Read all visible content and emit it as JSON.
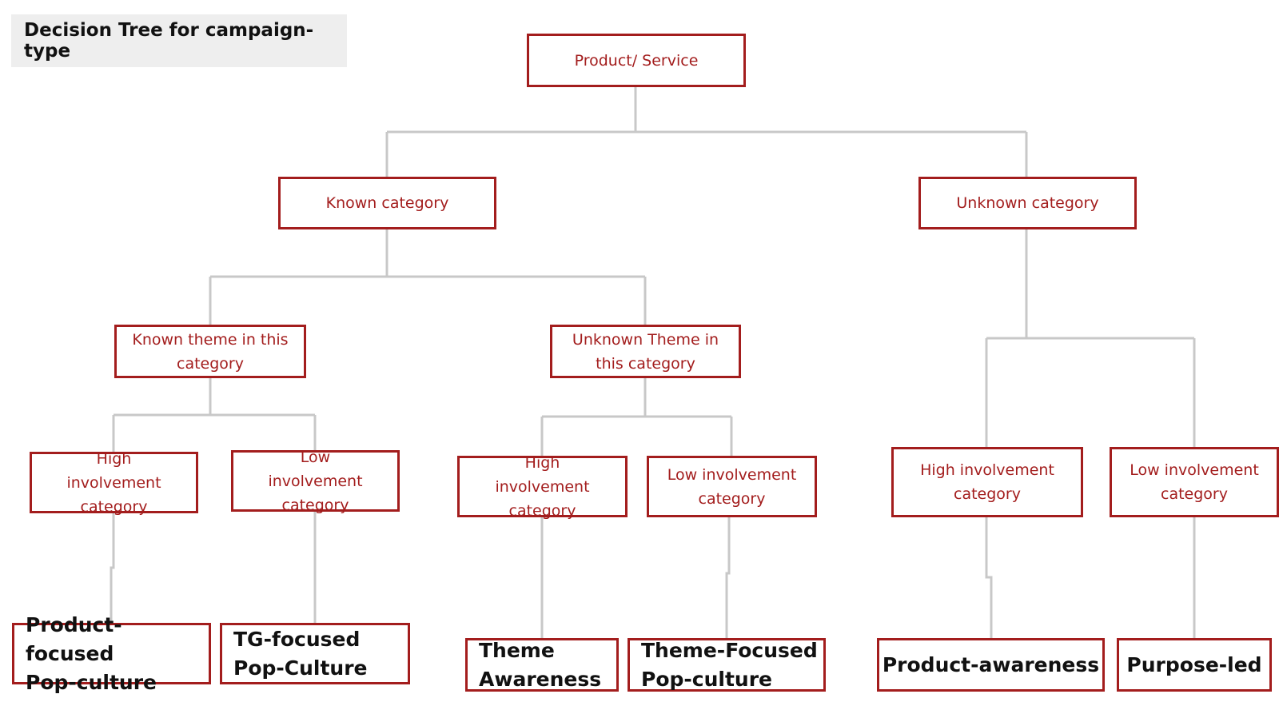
{
  "title": "Decision Tree for campaign-type",
  "colors": {
    "box_border": "#a31d1d",
    "node_text": "#a31d1d",
    "leaf_text": "#111111",
    "connector": "#c8c8c8",
    "title_bg": "#eeeeee"
  },
  "root": "Product/ Service",
  "level1": {
    "known": "Known category",
    "unknown": "Unknown category"
  },
  "level2": {
    "known_theme": "Known theme in this category",
    "unknown_theme": "Unknown Theme in this category"
  },
  "level3": {
    "kt_high": "High involvement category",
    "kt_low": "Low involvement category",
    "ut_high": "High involvement category",
    "ut_low": "Low involvement category",
    "uc_high": "High involvement category",
    "uc_low": "Low involvement category"
  },
  "leaves": {
    "product_focused": "Product-focused\nPop-culture",
    "tg_focused": "TG-focused\nPop-Culture",
    "theme_awareness": "Theme\nAwareness",
    "theme_focused": "Theme-Focused\nPop-culture",
    "product_awareness": "Product-awareness",
    "purpose_led": "Purpose-led"
  }
}
